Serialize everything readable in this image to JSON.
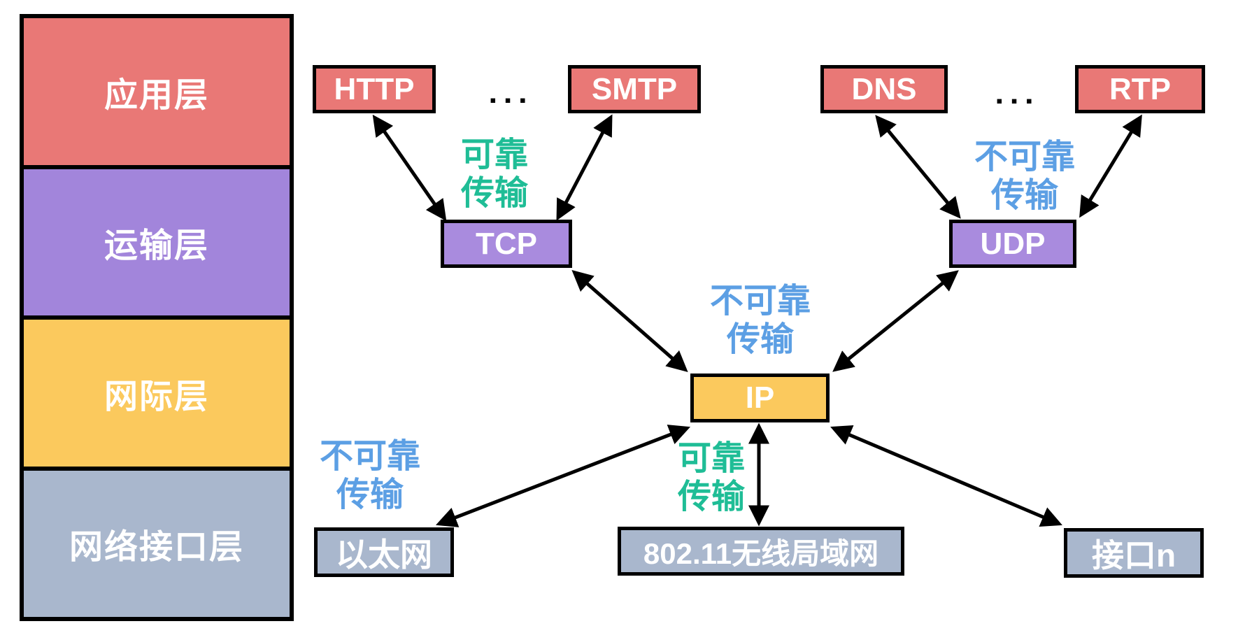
{
  "diagram_type": "TCP/IP protocol stack layer diagram",
  "layers": [
    {
      "id": "application",
      "label": "应用层"
    },
    {
      "id": "transport",
      "label": "运输层"
    },
    {
      "id": "internet",
      "label": "网际层"
    },
    {
      "id": "network_interface",
      "label": "网络接口层"
    }
  ],
  "protocols": {
    "http": "HTTP",
    "smtp": "SMTP",
    "dns": "DNS",
    "rtp": "RTP",
    "tcp": "TCP",
    "udp": "UDP",
    "ip": "IP",
    "ethernet": "以太网",
    "wlan": "802.11无线局域网",
    "interface_n": "接口n"
  },
  "ellipsis": {
    "left": "▪▪▪",
    "right": "▪▪▪"
  },
  "edge_labels": {
    "tcp_reliable": {
      "l1": "可靠",
      "l2": "传输"
    },
    "udp_unreliable": {
      "l1": "不可靠",
      "l2": "传输"
    },
    "ip_unreliable": {
      "l1": "不可靠",
      "l2": "传输"
    },
    "ethernet_unreliable": {
      "l1": "不可靠",
      "l2": "传输"
    },
    "wlan_reliable": {
      "l1": "可靠",
      "l2": "传输"
    }
  },
  "colors": {
    "application_layer": "#E97876",
    "transport_layer": "#A285DB",
    "internet_layer": "#FBC95D",
    "network_interface_layer": "#A9B7CD",
    "app_protocol_box": "#E97876",
    "transport_protocol_box": "#A98BDE",
    "ip_box": "#FBC95D",
    "link_box": "#A9B7CD",
    "reliable_text": "#1FBD96",
    "unreliable_text": "#5C9FE4",
    "arrow": "#000000",
    "box_border": "#000000",
    "box_text": "#FFFFFF",
    "background": "#FFFFFF"
  }
}
